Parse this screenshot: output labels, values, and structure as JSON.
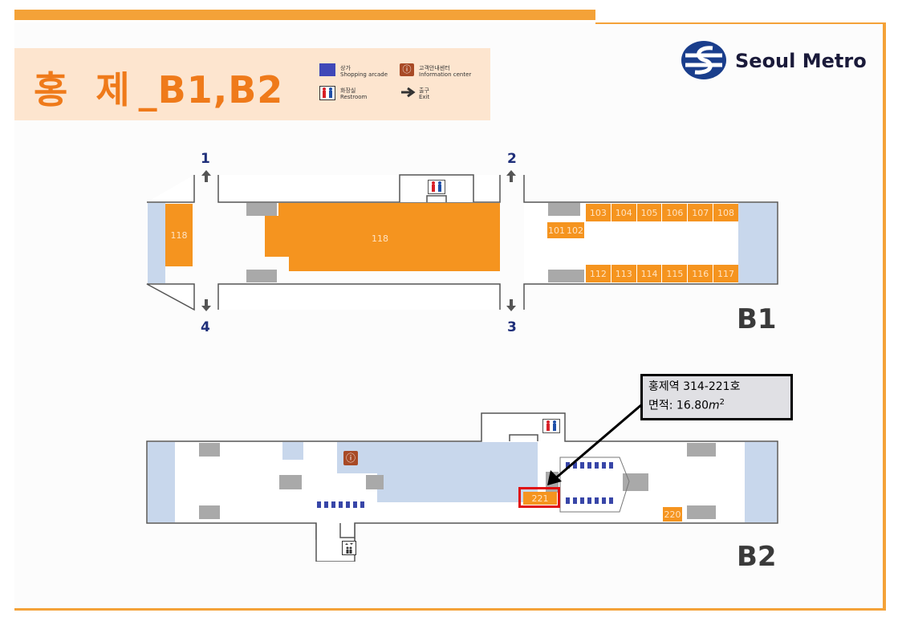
{
  "title": {
    "station_name": "홍  제",
    "floors_label": "_B1,B2"
  },
  "legend": {
    "shopping_ko": "상가",
    "shopping_en": "Shopping arcade",
    "info_ko": "고객안내센터",
    "info_en": "Information center",
    "restroom_ko": "화장실",
    "restroom_en": "Restroom",
    "exit_ko": "출구",
    "exit_en": "Exit"
  },
  "brand": {
    "name": "Seoul Metro",
    "logo_color": "#1a3e8c"
  },
  "colors": {
    "accent": "#f4a238",
    "store": "#f5941f",
    "arcade": "#c8d7ec",
    "highlight": "#e01010"
  },
  "b1": {
    "floor_label": "B1",
    "exits": [
      "1",
      "2",
      "3",
      "4"
    ],
    "stores": {
      "s118_left": "118",
      "s118_main": "118",
      "s101": "101",
      "s102": "102",
      "top_row": [
        "103",
        "104",
        "105",
        "106",
        "107",
        "108"
      ],
      "bottom_row": [
        "112",
        "113",
        "114",
        "115",
        "116",
        "117"
      ]
    }
  },
  "b2": {
    "floor_label": "B2",
    "stores": {
      "s221": "221",
      "s220": "220"
    }
  },
  "callout": {
    "line1": "홍제역 314-221호",
    "line2_prefix": "면적: 16.80",
    "unit": "m",
    "exponent": "2"
  }
}
